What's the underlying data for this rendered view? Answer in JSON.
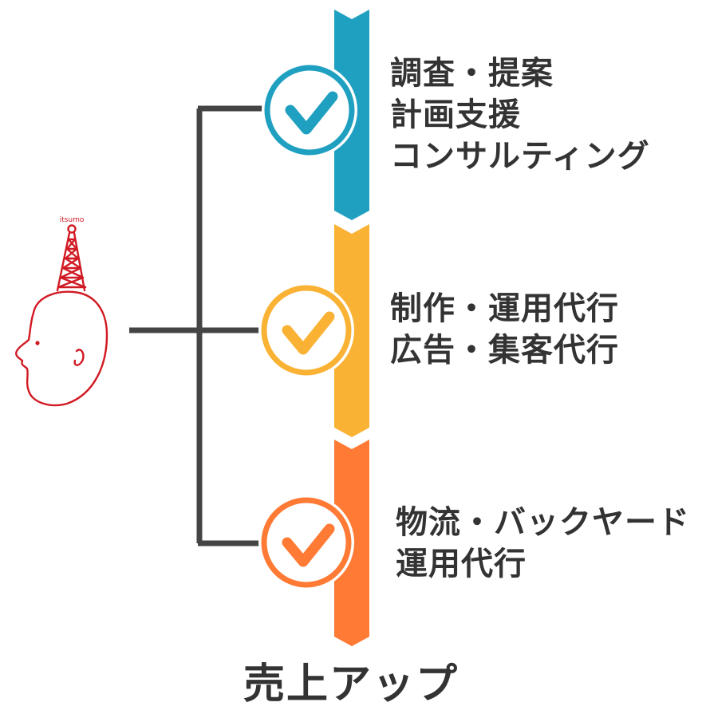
{
  "colors": {
    "connector": "#444444",
    "mascot": "#d11a24",
    "stage_1": "#1fa0c0",
    "stage_2": "#f9b233",
    "stage_3": "#ff7a35",
    "text": "#333333"
  },
  "mascot": {
    "icon": "tower-head-mascot-icon",
    "logo_text": "itsumo"
  },
  "stages": [
    {
      "icon": "check-icon",
      "lines": [
        "調査・提案",
        "計画支援",
        "コンサルティング"
      ]
    },
    {
      "icon": "check-icon",
      "lines": [
        "制作・運用代行",
        "広告・集客代行"
      ]
    },
    {
      "icon": "check-icon",
      "lines": [
        "物流・バックヤード",
        "運用代行"
      ]
    }
  ],
  "goal": "売上アップ"
}
